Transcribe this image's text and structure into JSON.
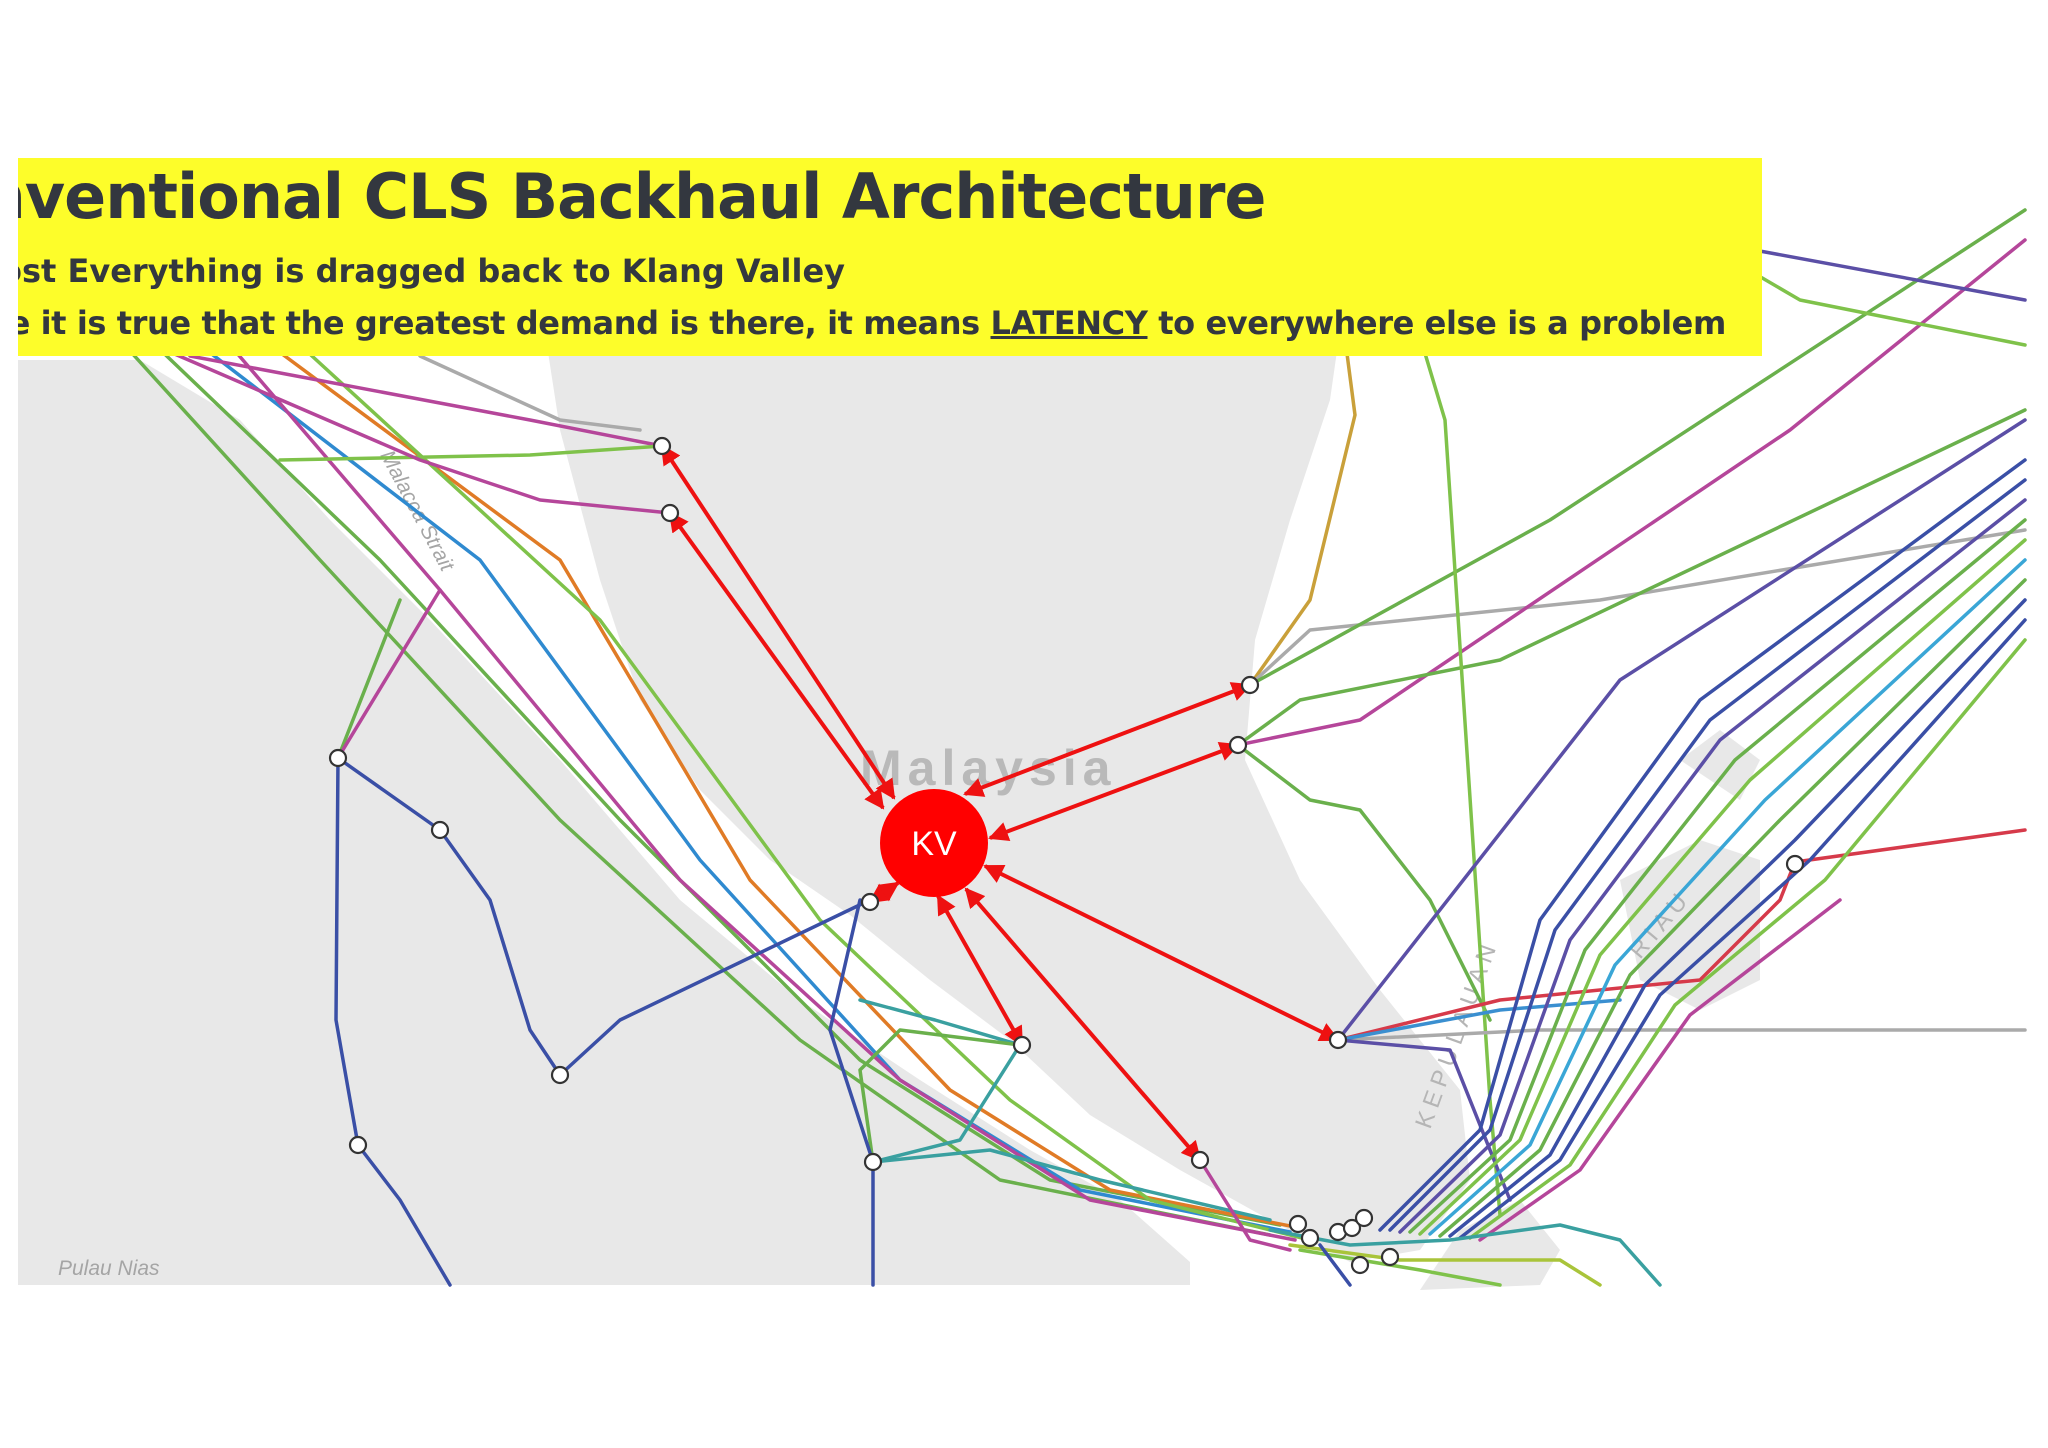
{
  "slide": {
    "title": "onventional CLS Backhaul Architecture",
    "line1": "ost Everything is dragged back to Klang Valley",
    "line2_before": "le it is true that the greatest demand is there, it means ",
    "line2_emphasis": "LATENCY",
    "line2_after": " to everywhere else is a problem"
  },
  "map": {
    "hub_label": "KV",
    "country_label": "Malaysia",
    "labels": {
      "strait": "Malacca Strait",
      "island": "Pulau Nias",
      "region_east": "RIAU",
      "region_south": "KEPULAUAN"
    },
    "colors": {
      "banner": "#fdfd2a",
      "hub": "#ff0000",
      "backhaul_arrows": "#ee1111",
      "land": "#e8e8e8",
      "sea": "#ffffff"
    }
  }
}
